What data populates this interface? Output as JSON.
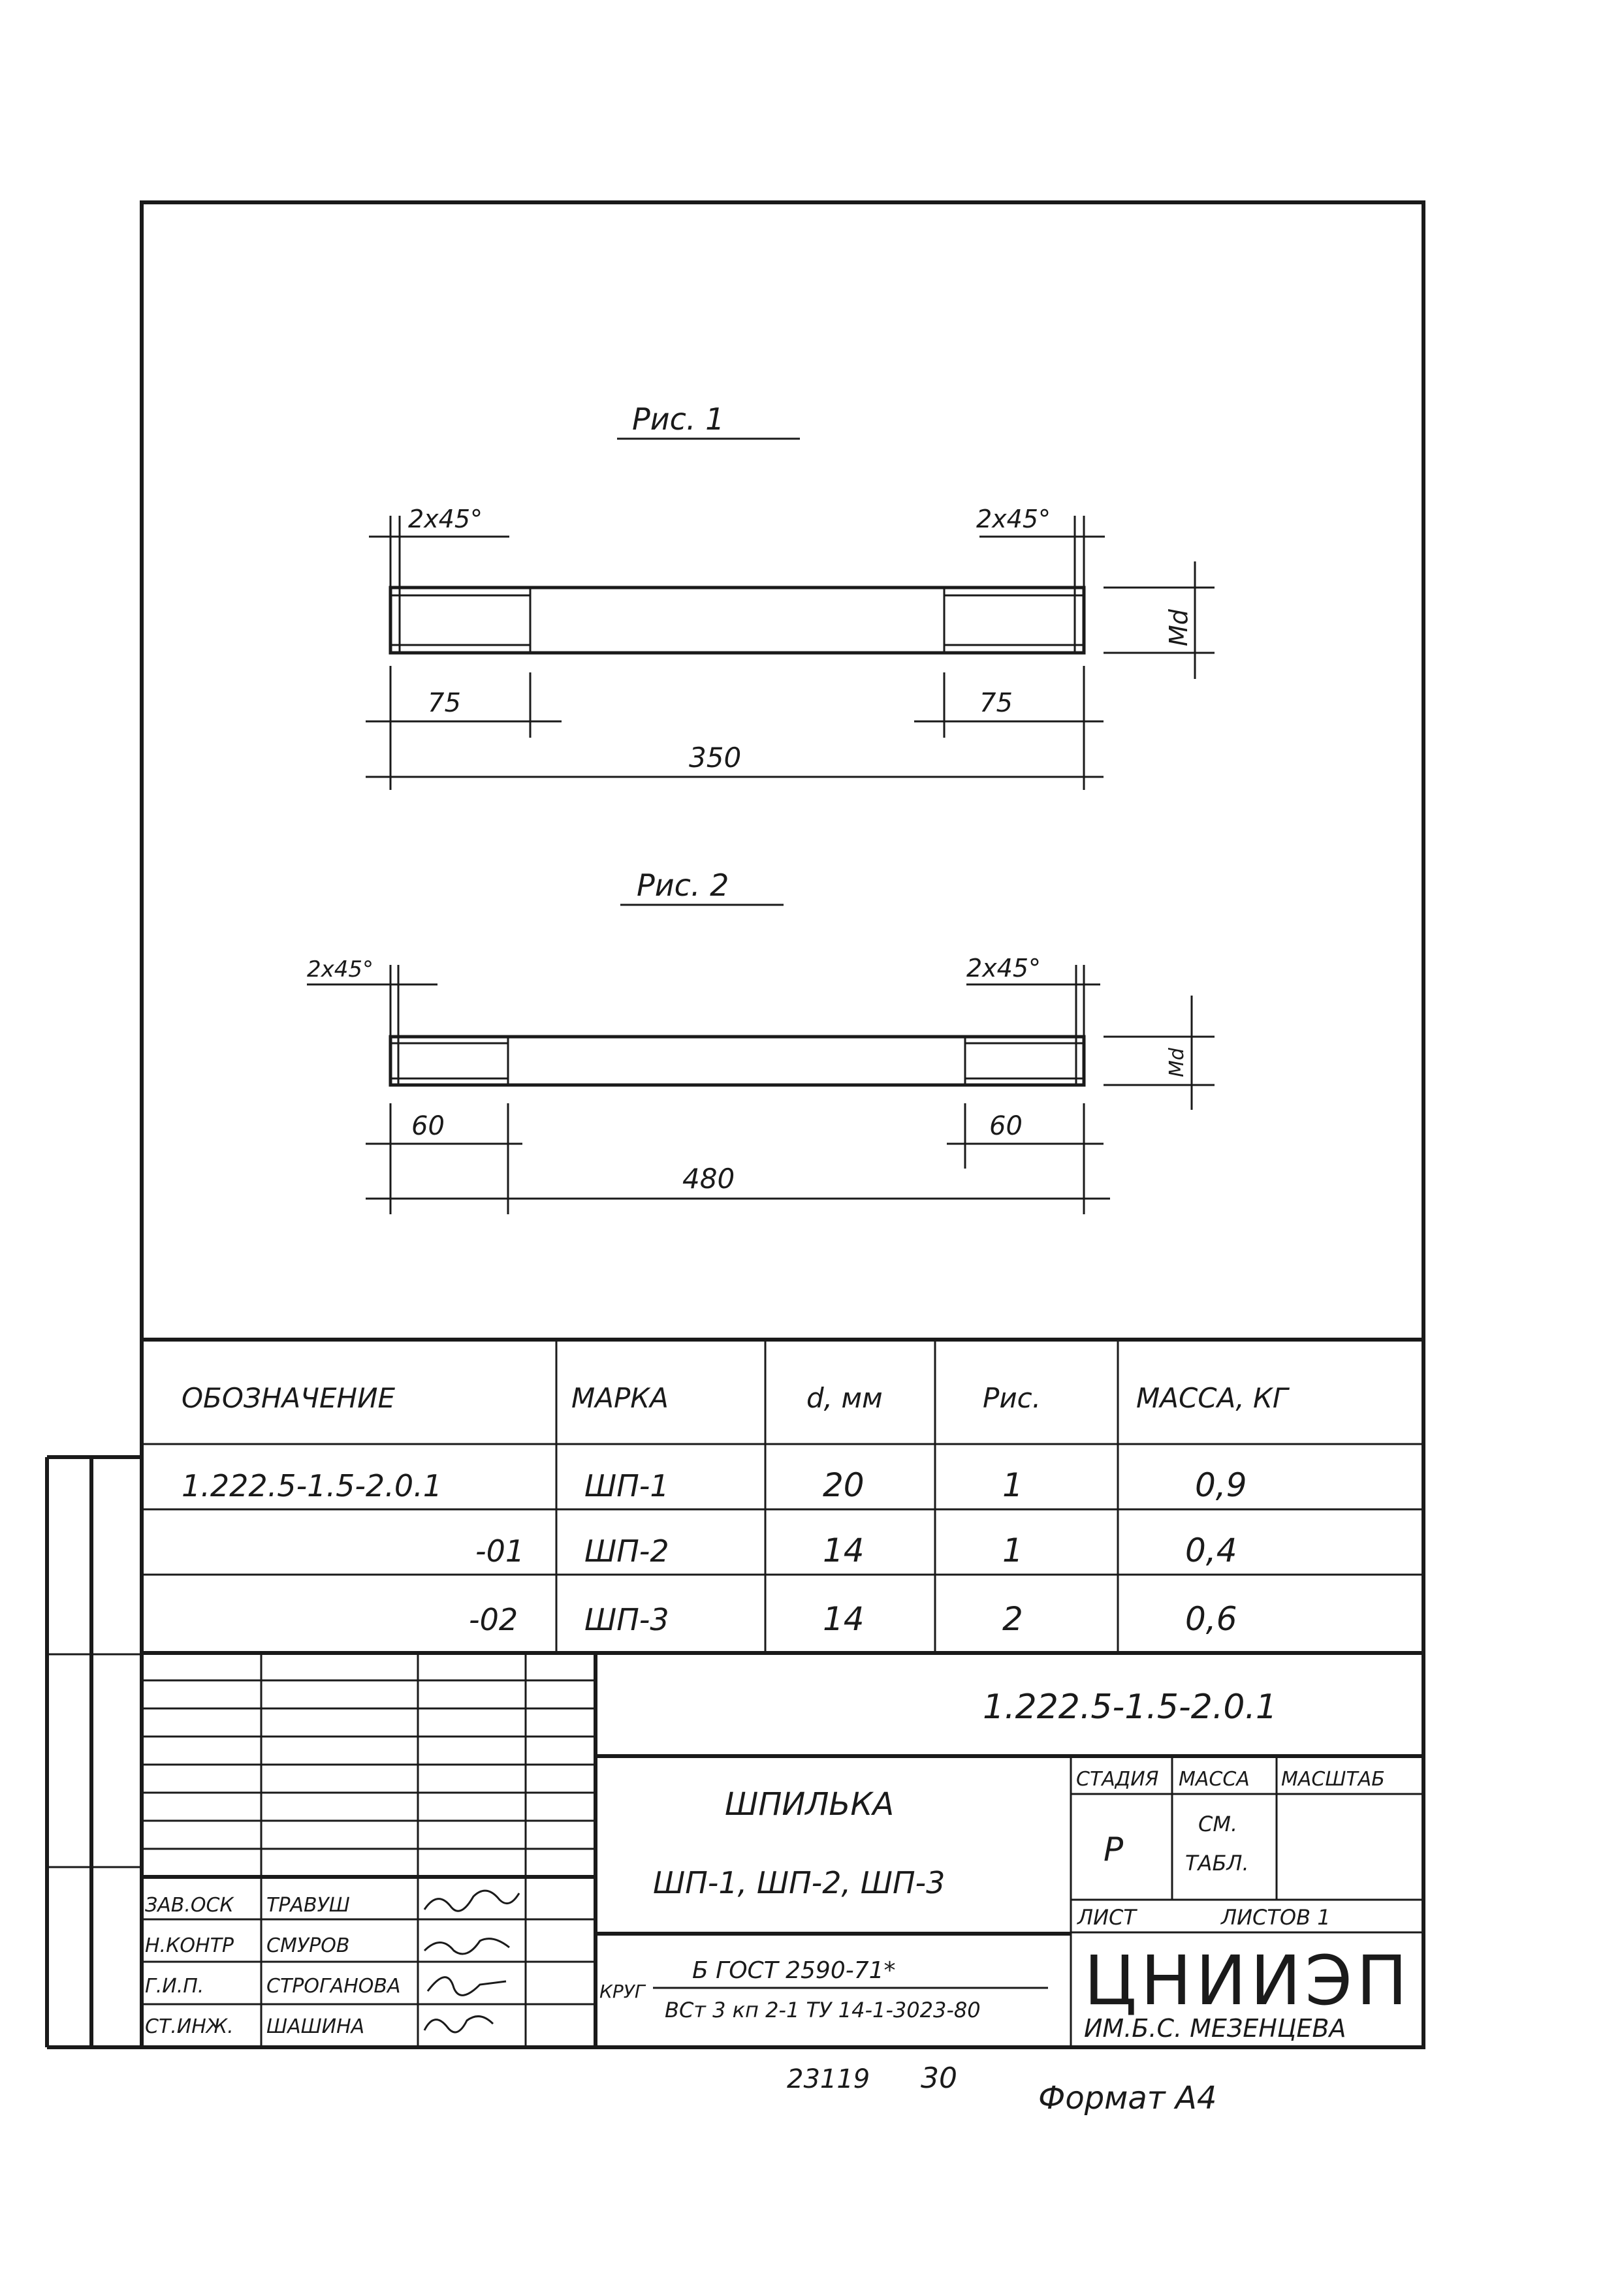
{
  "figures": {
    "fig1": {
      "title": "Рис. 1",
      "chamfer_left": "2x45°",
      "chamfer_right": "2x45°",
      "thread_left": "75",
      "thread_right": "75",
      "total_length": "350",
      "diameter_label": "Md"
    },
    "fig2": {
      "title": "Рис. 2",
      "chamfer_left": "2x45°",
      "chamfer_right": "2x45°",
      "thread_left": "60",
      "thread_right": "60",
      "total_length": "480",
      "diameter_label": "Md"
    }
  },
  "spec_table": {
    "headers": [
      "ОБОЗНАЧЕНИЕ",
      "МАРКА",
      "d, мм",
      "Рис.",
      "МАССА, КГ"
    ],
    "rows": [
      [
        "1.222.5-1.5-2.0.1",
        "ШП-1",
        "20",
        "1",
        "0,9"
      ],
      [
        "-01",
        "ШП-2",
        "14",
        "1",
        "0,4"
      ],
      [
        "-02",
        "ШП-3",
        "14",
        "2",
        "0,6"
      ]
    ]
  },
  "title_block": {
    "doc_code": "1.222.5-1.5-2.0.1",
    "item_name": "ШПИЛЬКА",
    "item_variants": "ШП-1, ШП-2, ШП-3",
    "stage_header": "СТАДИЯ",
    "mass_header": "МАССА",
    "scale_header": "МАСШТАБ",
    "stage_value": "Р",
    "mass_value_1": "СМ.",
    "mass_value_2": "ТАБЛ.",
    "sheet_label": "ЛИСТ",
    "sheets_label": "ЛИСТОВ 1",
    "material_prefix": "КРУГ",
    "material_top": "Б  ГОСТ 2590-71*",
    "material_bottom": "ВСт 3 кп 2-1 ТУ 14-1-3023-80",
    "org_name": "ЦНИИЭП",
    "org_sub": "ИМ.Б.С. МЕЗЕНЦЕВА",
    "signers": [
      {
        "role": "ЗАВ.ОСК",
        "name": "ТРАВУШ"
      },
      {
        "role": "Н.КОНТР",
        "name": "СМУРОВ"
      },
      {
        "role": "Г.И.П.",
        "name": "СТРОГАНОВА"
      },
      {
        "role": "СТ.ИНЖ.",
        "name": "ШАШИНА"
      }
    ]
  },
  "footer": {
    "inventory": "23119",
    "page": "30",
    "format": "Формат А4"
  }
}
